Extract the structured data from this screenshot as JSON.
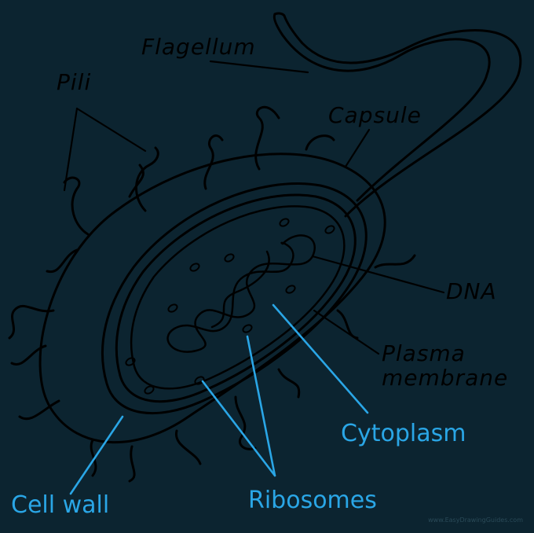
{
  "diagram": {
    "labels": {
      "flagellum": "Flagellum",
      "pili": "Pili",
      "capsule": "Capsule",
      "dna": "DNA",
      "plasma_membrane_line1": "Plasma",
      "plasma_membrane_line2": "membrane",
      "cytoplasm": "Cytoplasm",
      "cell_wall": "Cell wall",
      "ribosomes": "Ribosomes"
    },
    "colors": {
      "background": "#0c2430",
      "outline": "#000000",
      "highlight_label": "#2aa6e6"
    },
    "watermark": "www.EasyDrawingGuides.com"
  }
}
